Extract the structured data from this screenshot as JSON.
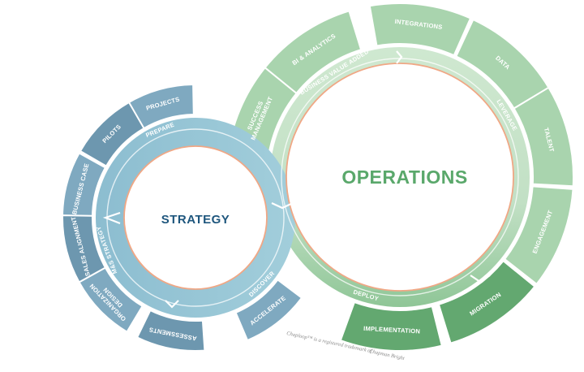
{
  "colors": {
    "strategy_outer": "#7fa9c0",
    "strategy_outer_dark": "#6d97af",
    "strategy_ring": "#8fc1d3",
    "strategy_title": "#1e567d",
    "operations_outer": "#a9d4ae",
    "operations_outer_dark": "#63a870",
    "operations_ring": "#c9e5cb",
    "operations_ring_dark": "#8cc596",
    "operations_title": "#5aa86b",
    "inner_border": "#f0a785",
    "label_light": "#ffffff",
    "trademark_text": "#8a8a8a"
  },
  "strategy": {
    "title": "STRATEGY",
    "segments": [
      {
        "label": "PROJECTS"
      },
      {
        "label": "PILOTS"
      },
      {
        "label": "BUSINESS CASE"
      },
      {
        "label": "SALES ALIGNMENT"
      },
      {
        "label": "ORGANIZATION DESIGN",
        "line1": "ORGANIZATION",
        "line2": "DESIGN"
      },
      {
        "label": "ASSESSMENTS"
      },
      {
        "label": "ACCELERATE"
      }
    ],
    "phases": {
      "prepare": "PREPARE",
      "ms_strategy": "M&S STRATEGY",
      "discover": "DISCOVER"
    }
  },
  "operations": {
    "title": "OPERATIONS",
    "segments": [
      {
        "label": "SUCCESS MANAGEMENT",
        "line1": "SUCCESS",
        "line2": "MANAGEMENT"
      },
      {
        "label": "BI & ANALYTICS"
      },
      {
        "label": "INTEGRATIONS"
      },
      {
        "label": "DATA"
      },
      {
        "label": "TALENT"
      },
      {
        "label": "ENGAGEMENT"
      },
      {
        "label": "MIGRATION"
      },
      {
        "label": "IMPLEMENTATION"
      }
    ],
    "phases": {
      "business_value_added": "BUSINESS VALUE ADDED",
      "leverage": "LEVERAGE",
      "deploy": "DEPLOY"
    }
  },
  "trademark": {
    "line1": "Chaploop™ is a registered trademark of",
    "line2": "Chapman Bright"
  }
}
